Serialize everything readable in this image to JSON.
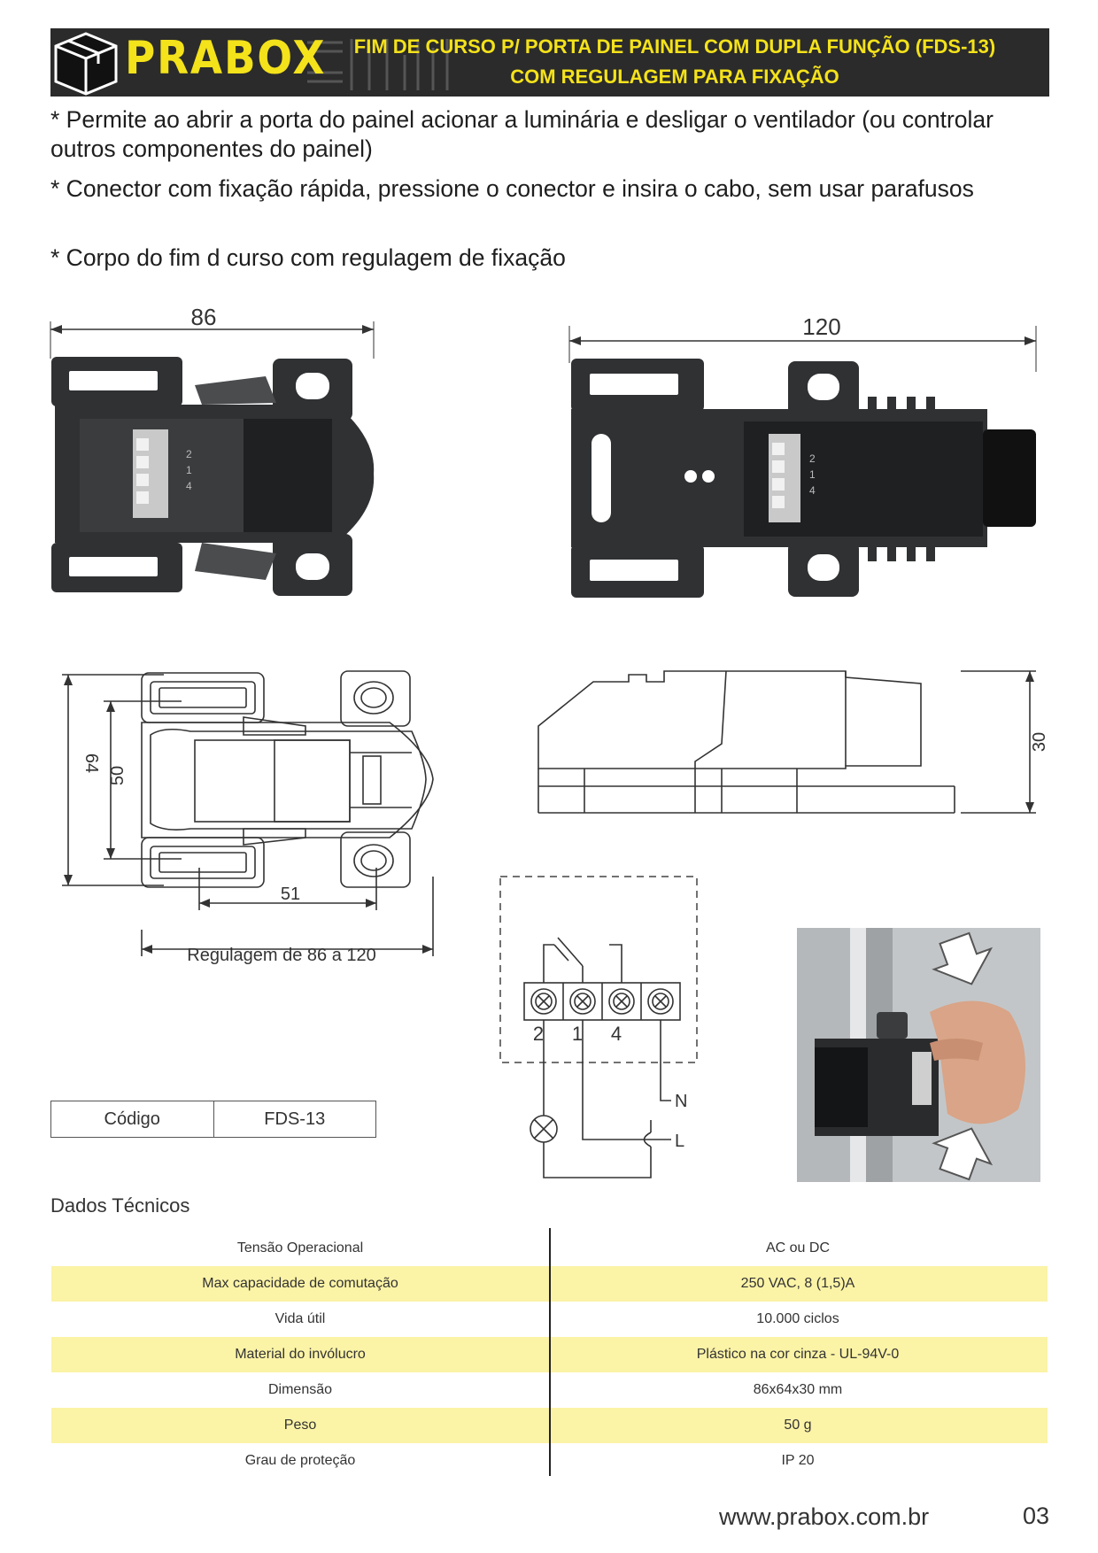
{
  "header": {
    "brand": "PRABOX",
    "title_line1": "FIM DE CURSO P/ PORTA DE PAINEL COM DUPLA FUNÇÃO (FDS-13)",
    "title_line2": "COM REGULAGEM PARA FIXAÇÃO"
  },
  "bullets": [
    "* Permite ao abrir a porta do painel acionar a luminária  e desligar o ventilador (ou controlar outros componentes do painel)",
    "* Conector com fixação rápida, pressione o conector e insira o cabo, sem usar parafusos",
    "* Corpo do fim d curso com regulagem de fixação"
  ],
  "photos": {
    "dim_left": "86",
    "dim_right": "120",
    "left_terminal_labels": [
      "2",
      "1",
      "4"
    ],
    "right_terminal_labels": [
      "2",
      "1",
      "4"
    ]
  },
  "drawing": {
    "dim_height_outer": "64",
    "dim_height_inner": "50",
    "dim_width": "51",
    "adjust_caption": "Regulagem de 86 a 120",
    "dim_side_height": "30"
  },
  "wiring": {
    "terminals": [
      "2",
      "1",
      "4"
    ],
    "neutral": "N",
    "line": "L"
  },
  "code": {
    "label": "Código",
    "value": "FDS-13"
  },
  "tech": {
    "title": "Dados Técnicos",
    "rows": [
      {
        "label": "Tensão Operacional",
        "value": "AC ou DC"
      },
      {
        "label": "Max capacidade de comutação",
        "value": "250 VAC, 8 (1,5)A"
      },
      {
        "label": "Vida útil",
        "value": "10.000 ciclos"
      },
      {
        "label": "Material do invólucro",
        "value": "Plástico na cor cinza - UL-94V-0"
      },
      {
        "label": "Dimensão",
        "value": "86x64x30 mm"
      },
      {
        "label": "Peso",
        "value": "50 g"
      },
      {
        "label": "Grau de proteção",
        "value": "IP 20"
      }
    ]
  },
  "footer": {
    "website": "www.prabox.com.br",
    "page": "03"
  },
  "colors": {
    "header_bg": "#2b2b2b",
    "brand_yellow": "#f4e21b",
    "row_highlight": "#fbf3a6",
    "device_dark": "#2f3133"
  }
}
